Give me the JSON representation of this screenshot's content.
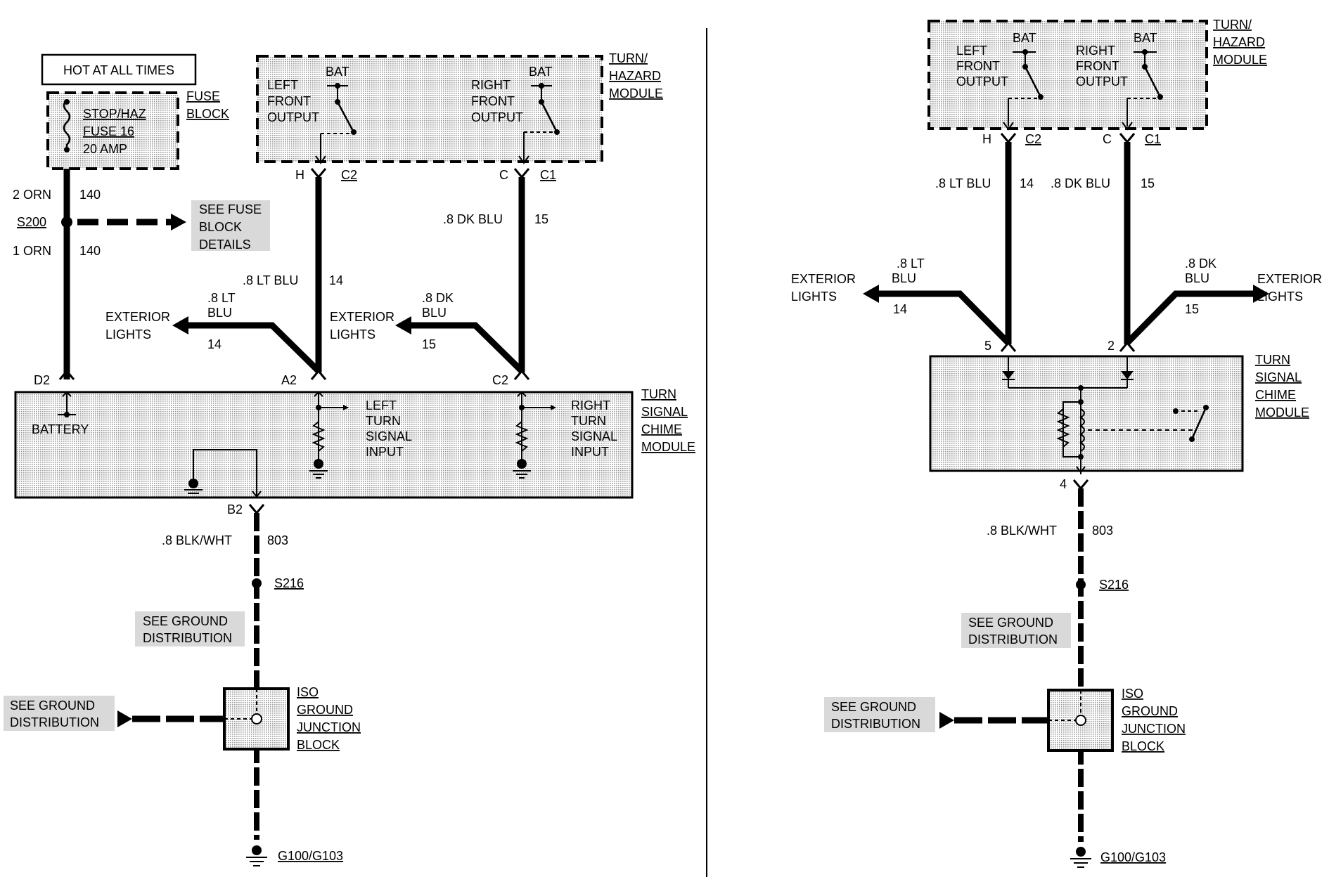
{
  "left": {
    "hot_at_all_times": "HOT AT ALL TIMES",
    "fuse_name": "STOP/HAZ",
    "fuse_number": "FUSE 16",
    "fuse_rating": "20 AMP",
    "fuse_block_1": "FUSE",
    "fuse_block_2": "BLOCK",
    "wire_2orn": "2 ORN",
    "wire_1orn": "1 ORN",
    "circuit_140": "140",
    "splice_s200": "S200",
    "see_fuse": [
      "SEE FUSE",
      "BLOCK",
      "DETAILS"
    ],
    "bat": "BAT",
    "left_front_output": [
      "LEFT",
      "FRONT",
      "OUTPUT"
    ],
    "right_front_output": [
      "RIGHT",
      "FRONT",
      "OUTPUT"
    ],
    "turn_hazard_module": [
      "TURN/",
      "HAZARD",
      "MODULE"
    ],
    "pin_h": "H",
    "pin_c": "C",
    "conn_c2": "C2",
    "conn_c1": "C1",
    "wire_lt_blu": ".8 LT BLU",
    "wire_dk_blu": ".8 DK BLU",
    "circuit_14": "14",
    "circuit_15": "15",
    "exterior_lights": [
      "EXTERIOR",
      "LIGHTS"
    ],
    "wire_8lt": ".8 LT",
    "wire_8dk": ".8 DK",
    "blu": "BLU",
    "pin_d2": "D2",
    "pin_a2": "A2",
    "pin_c2": "C2",
    "battery": "BATTERY",
    "left_turn_signal_input": [
      "LEFT",
      "TURN",
      "SIGNAL",
      "INPUT"
    ],
    "right_turn_signal_input": [
      "RIGHT",
      "TURN",
      "SIGNAL",
      "INPUT"
    ],
    "chime_module": [
      "TURN",
      "SIGNAL",
      "CHIME",
      "MODULE"
    ],
    "pin_b2": "B2",
    "wire_blk_wht": ".8 BLK/WHT",
    "circuit_803": "803",
    "splice_s216": "S216",
    "see_ground": [
      "SEE GROUND",
      "DISTRIBUTION"
    ],
    "iso_block": [
      "ISO",
      "GROUND",
      "JUNCTION",
      "BLOCK"
    ],
    "ground_g100": "G100/G103"
  },
  "right": {
    "bat": "BAT",
    "left_front_output": [
      "LEFT",
      "FRONT",
      "OUTPUT"
    ],
    "right_front_output": [
      "RIGHT",
      "FRONT",
      "OUTPUT"
    ],
    "turn_hazard_module": [
      "TURN/",
      "HAZARD",
      "MODULE"
    ],
    "pin_h": "H",
    "pin_c": "C",
    "conn_c2": "C2",
    "conn_c1": "C1",
    "wire_lt_blu": ".8 LT BLU",
    "wire_dk_blu": ".8 DK BLU",
    "circuit_14": "14",
    "circuit_15": "15",
    "exterior_lights": [
      "EXTERIOR",
      "LIGHTS"
    ],
    "wire_8lt": ".8 LT",
    "wire_8dk": ".8 DK",
    "blu": "BLU",
    "pin_5": "5",
    "pin_2": "2",
    "pin_4": "4",
    "chime_module": [
      "TURN",
      "SIGNAL",
      "CHIME",
      "MODULE"
    ],
    "wire_blk_wht": ".8 BLK/WHT",
    "circuit_803": "803",
    "splice_s216": "S216",
    "see_ground": [
      "SEE GROUND",
      "DISTRIBUTION"
    ],
    "iso_block": [
      "ISO",
      "GROUND",
      "JUNCTION",
      "BLOCK"
    ],
    "ground_g100": "G100/G103"
  }
}
